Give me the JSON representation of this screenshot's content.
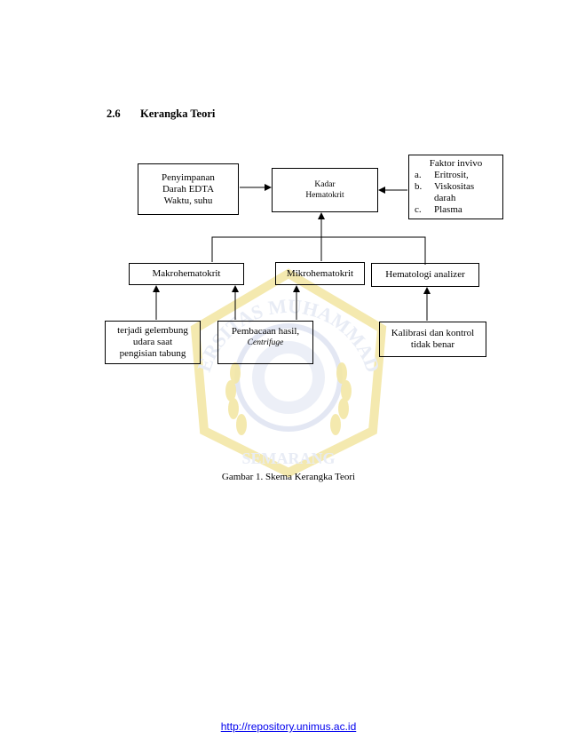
{
  "heading": {
    "number": "2.6",
    "title": "Kerangka Teori"
  },
  "diagram": {
    "penyimpanan": [
      "Penyimpanan",
      "Darah EDTA",
      "Waktu, suhu"
    ],
    "kadar": [
      "Kadar",
      "Hematokrit"
    ],
    "faktor": {
      "title": "Faktor invivo",
      "items": [
        {
          "label": "a.",
          "text": "Eritrosit,"
        },
        {
          "label": "b.",
          "text": "Viskositas"
        },
        {
          "label": "",
          "text": "darah"
        },
        {
          "label": "c.",
          "text": "Plasma"
        }
      ]
    },
    "makro": "Makrohematokrit",
    "mikro": "Mikrohematokrit",
    "hematologi": "Hematologi analizer",
    "gelembung": [
      "terjadi gelembung",
      "udara saat",
      "pengisian tabung"
    ],
    "pembacaan": {
      "line1": "Pembacaan hasil,",
      "line2": "Centrifuge"
    },
    "kalibrasi": [
      "Kalibrasi dan kontrol",
      "tidak benar"
    ]
  },
  "caption": "Gambar 1. Skema Kerangka Teori",
  "watermark": {
    "top_text": "UNIVERSITAS MUHAMMADIYAH",
    "bottom_text": "SEMARANG"
  },
  "footer": {
    "link": "http://repository.unimus.ac.id"
  },
  "colors": {
    "watermark": "#f3e7a6",
    "watermark_blue": "#c9d3ee",
    "link": "#0000ee"
  }
}
